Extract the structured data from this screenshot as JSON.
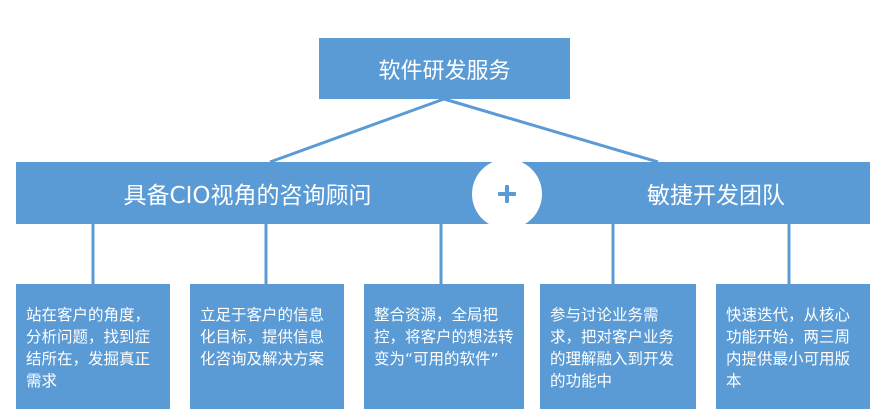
{
  "root": {
    "label": "软件研发服务"
  },
  "branches": [
    {
      "label": "具备CIO视角的咨询顾问"
    },
    {
      "label": "敏捷开发团队"
    }
  ],
  "combinator": {
    "icon": "plus-icon"
  },
  "leaves": [
    {
      "text": "站在客户的角度，分析问题，找到症结所在，发掘真正需求"
    },
    {
      "text": "立足于客户的信息化目标，提供信息化咨询及解决方案"
    },
    {
      "text": "整合资源，全局把控，将客户的想法转变为“可用的软件”"
    },
    {
      "text": "参与讨论业务需求，把对客户业务的理解融入到开发的功能中"
    },
    {
      "text": "快速迭代，从核心功能开始，两三周内提供最小可用版本"
    }
  ],
  "colors": {
    "box_fill": "#5b9bd5",
    "text": "#ffffff",
    "background": "#ffffff"
  }
}
